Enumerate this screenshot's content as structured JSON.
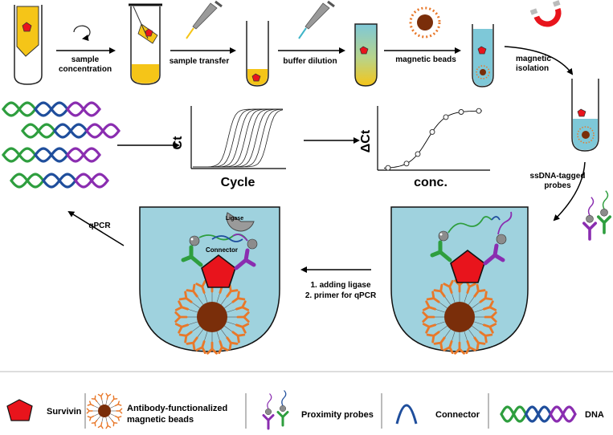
{
  "steps": {
    "sample_concentration": [
      "sample",
      "concentration"
    ],
    "sample_transfer": "sample transfer",
    "buffer_dilution": "buffer dilution",
    "magnetic_beads": "magnetic beads",
    "magnetic_isolation": [
      "magnetic",
      "isolation"
    ],
    "ssdna_probes": [
      "ssDNA-tagged",
      "probes"
    ],
    "qpcr": "qPCR",
    "ligase_steps": [
      "1. adding ligase",
      "2. primer for qPCR"
    ]
  },
  "plots": {
    "ct_plot": {
      "ylabel": "Ct",
      "xlabel": "Cycle"
    },
    "dct_plot": {
      "ylabel": "ΔCt",
      "xlabel": "conc."
    }
  },
  "labels": {
    "ligase": "Ligase",
    "connector": "Connector"
  },
  "legend": {
    "survivin": "Survivin",
    "beads": [
      "Antibody-functionalized",
      "magnetic beads"
    ],
    "probes": "Proximity probes",
    "connector": "Connector",
    "dna": "DNA"
  },
  "colors": {
    "survivin": "#e8141c",
    "sample_yellow": "#f5c518",
    "buffer_blue": "#7ec8d8",
    "bead_core": "#7a2e0a",
    "antibody_orange": "#e8782a",
    "dna_green": "#2e9e3e",
    "dna_blue": "#1f4e9c",
    "dna_purple": "#8a2db0",
    "well_blue": "#9fd2de"
  }
}
